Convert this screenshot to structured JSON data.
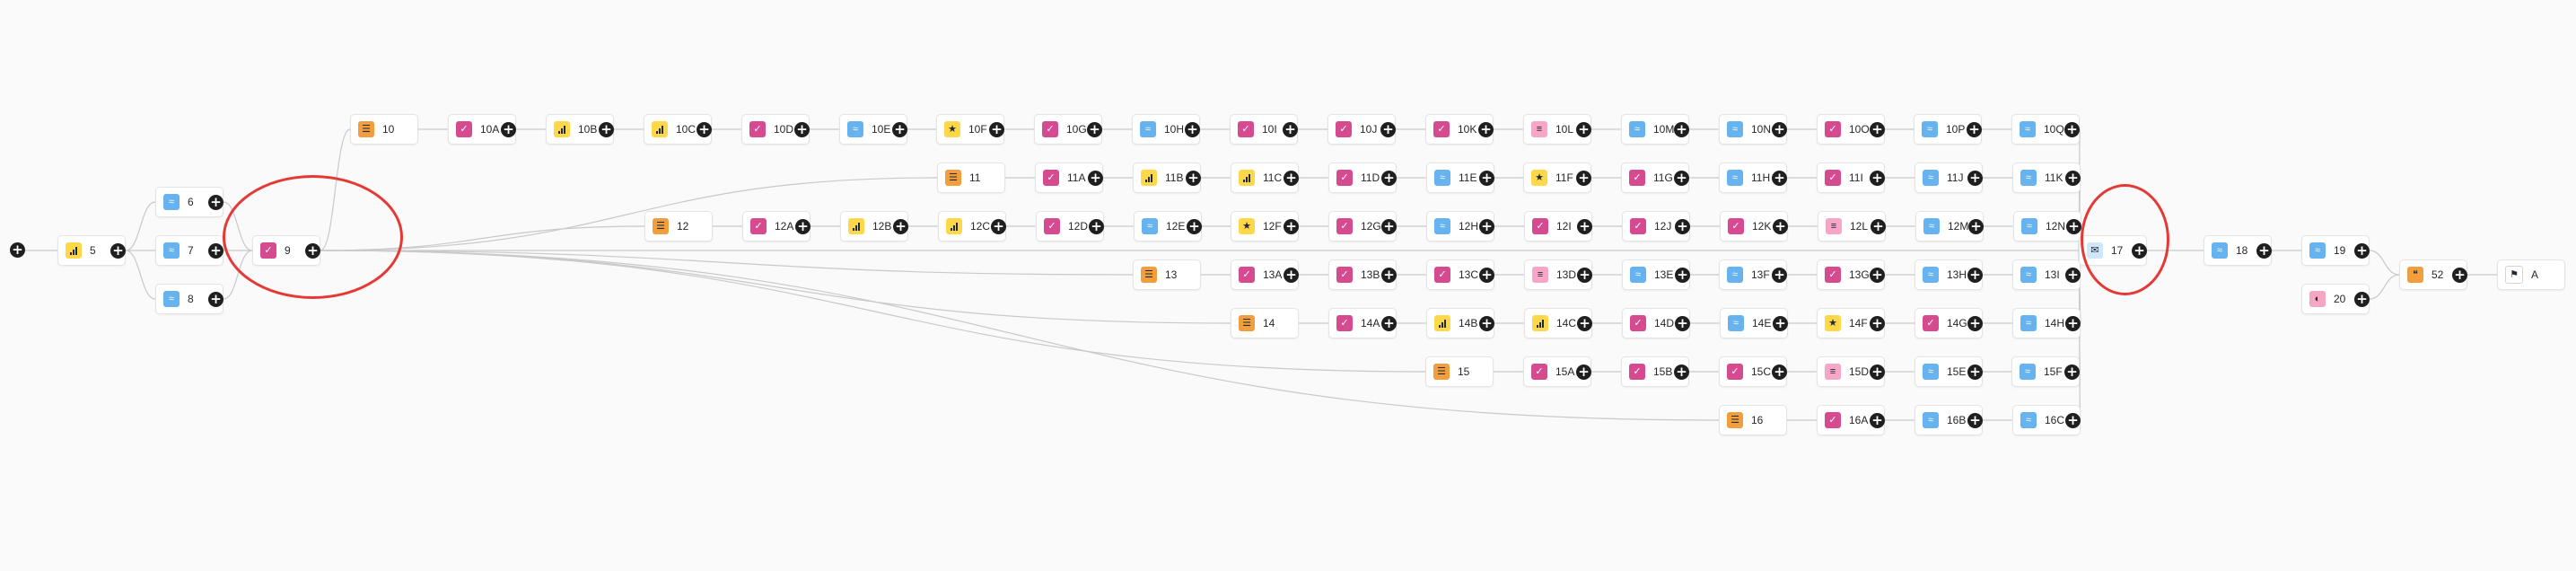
{
  "workflow": {
    "start_control": {
      "label": "+",
      "icon": "add-icon"
    },
    "add_label": "+",
    "icon_styles": {
      "bars-icon": {
        "bg": "#ffd84a",
        "glyph": "bars"
      },
      "check-icon": {
        "bg": "#d64b8f",
        "glyph": "✓"
      },
      "wave-icon": {
        "bg": "#66b3f0",
        "glyph": "≈"
      },
      "list-icon": {
        "bg": "#f29e3d",
        "glyph": "☰"
      },
      "star-icon": {
        "bg": "#ffd84a",
        "glyph": "★"
      },
      "doc-icon": {
        "bg": "#f7a6c8",
        "glyph": "≡"
      },
      "mail-icon": {
        "bg": "#cfe6fb",
        "glyph": "✉"
      },
      "contrast-icon": {
        "bg": "#f4a6c3",
        "glyph": "◐"
      },
      "quote-icon": {
        "bg": "#f29e3d",
        "glyph": "❝"
      },
      "flag-icon": {
        "bg": "#ffffff",
        "glyph": "⚑"
      }
    },
    "rows": [
      {
        "id": "r10",
        "nodes": [
          {
            "label": "10",
            "icon": "list-icon"
          },
          {
            "label": "10A",
            "icon": "check-icon"
          },
          {
            "label": "10B",
            "icon": "bars-icon"
          },
          {
            "label": "10C",
            "icon": "bars-icon"
          },
          {
            "label": "10D",
            "icon": "check-icon"
          },
          {
            "label": "10E",
            "icon": "wave-icon"
          },
          {
            "label": "10F",
            "icon": "star-icon"
          },
          {
            "label": "10G",
            "icon": "check-icon"
          },
          {
            "label": "10H",
            "icon": "wave-icon"
          },
          {
            "label": "10I",
            "icon": "check-icon"
          },
          {
            "label": "10J",
            "icon": "check-icon"
          },
          {
            "label": "10K",
            "icon": "check-icon"
          },
          {
            "label": "10L",
            "icon": "doc-icon"
          },
          {
            "label": "10M",
            "icon": "wave-icon"
          },
          {
            "label": "10N",
            "icon": "wave-icon"
          },
          {
            "label": "10O",
            "icon": "check-icon"
          },
          {
            "label": "10P",
            "icon": "wave-icon"
          },
          {
            "label": "10Q",
            "icon": "wave-icon"
          }
        ]
      },
      {
        "id": "r11",
        "nodes": [
          {
            "label": "11",
            "icon": "list-icon"
          },
          {
            "label": "11A",
            "icon": "check-icon"
          },
          {
            "label": "11B",
            "icon": "bars-icon"
          },
          {
            "label": "11C",
            "icon": "bars-icon"
          },
          {
            "label": "11D",
            "icon": "check-icon"
          },
          {
            "label": "11E",
            "icon": "wave-icon"
          },
          {
            "label": "11F",
            "icon": "star-icon"
          },
          {
            "label": "11G",
            "icon": "check-icon"
          },
          {
            "label": "11H",
            "icon": "wave-icon"
          },
          {
            "label": "11I",
            "icon": "check-icon"
          },
          {
            "label": "11J",
            "icon": "wave-icon"
          },
          {
            "label": "11K",
            "icon": "wave-icon"
          }
        ]
      },
      {
        "id": "r12",
        "nodes": [
          {
            "label": "12",
            "icon": "list-icon"
          },
          {
            "label": "12A",
            "icon": "check-icon"
          },
          {
            "label": "12B",
            "icon": "bars-icon"
          },
          {
            "label": "12C",
            "icon": "bars-icon"
          },
          {
            "label": "12D",
            "icon": "check-icon"
          },
          {
            "label": "12E",
            "icon": "wave-icon"
          },
          {
            "label": "12F",
            "icon": "star-icon"
          },
          {
            "label": "12G",
            "icon": "check-icon"
          },
          {
            "label": "12H",
            "icon": "wave-icon"
          },
          {
            "label": "12I",
            "icon": "check-icon"
          },
          {
            "label": "12J",
            "icon": "check-icon"
          },
          {
            "label": "12K",
            "icon": "check-icon"
          },
          {
            "label": "12L",
            "icon": "doc-icon"
          },
          {
            "label": "12M",
            "icon": "wave-icon"
          },
          {
            "label": "12N",
            "icon": "wave-icon"
          }
        ]
      },
      {
        "id": "r13",
        "nodes": [
          {
            "label": "13",
            "icon": "list-icon"
          },
          {
            "label": "13A",
            "icon": "check-icon"
          },
          {
            "label": "13B",
            "icon": "check-icon"
          },
          {
            "label": "13C",
            "icon": "check-icon"
          },
          {
            "label": "13D",
            "icon": "doc-icon"
          },
          {
            "label": "13E",
            "icon": "wave-icon"
          },
          {
            "label": "13F",
            "icon": "wave-icon"
          },
          {
            "label": "13G",
            "icon": "check-icon"
          },
          {
            "label": "13H",
            "icon": "wave-icon"
          },
          {
            "label": "13I",
            "icon": "wave-icon"
          }
        ]
      },
      {
        "id": "r14",
        "nodes": [
          {
            "label": "14",
            "icon": "list-icon"
          },
          {
            "label": "14A",
            "icon": "check-icon"
          },
          {
            "label": "14B",
            "icon": "bars-icon"
          },
          {
            "label": "14C",
            "icon": "bars-icon"
          },
          {
            "label": "14D",
            "icon": "check-icon"
          },
          {
            "label": "14E",
            "icon": "wave-icon"
          },
          {
            "label": "14F",
            "icon": "star-icon"
          },
          {
            "label": "14G",
            "icon": "check-icon"
          },
          {
            "label": "14H",
            "icon": "wave-icon"
          }
        ]
      },
      {
        "id": "r15",
        "nodes": [
          {
            "label": "15",
            "icon": "list-icon"
          },
          {
            "label": "15A",
            "icon": "check-icon"
          },
          {
            "label": "15B",
            "icon": "check-icon"
          },
          {
            "label": "15C",
            "icon": "check-icon"
          },
          {
            "label": "15D",
            "icon": "doc-icon"
          },
          {
            "label": "15E",
            "icon": "wave-icon"
          },
          {
            "label": "15F",
            "icon": "wave-icon"
          }
        ]
      },
      {
        "id": "r16",
        "nodes": [
          {
            "label": "16",
            "icon": "list-icon"
          },
          {
            "label": "16A",
            "icon": "check-icon"
          },
          {
            "label": "16B",
            "icon": "wave-icon"
          },
          {
            "label": "16C",
            "icon": "wave-icon"
          }
        ]
      }
    ],
    "left_nodes": [
      {
        "key": "n5",
        "label": "5",
        "icon": "bars-icon"
      },
      {
        "key": "n6",
        "label": "6",
        "icon": "wave-icon"
      },
      {
        "key": "n7",
        "label": "7",
        "icon": "wave-icon"
      },
      {
        "key": "n8",
        "label": "8",
        "icon": "wave-icon"
      },
      {
        "key": "n9",
        "label": "9",
        "icon": "check-icon"
      }
    ],
    "right_nodes": [
      {
        "key": "n17",
        "label": "17",
        "icon": "mail-icon"
      },
      {
        "key": "n18",
        "label": "18",
        "icon": "wave-icon"
      },
      {
        "key": "n19",
        "label": "19",
        "icon": "wave-icon"
      },
      {
        "key": "n20",
        "label": "20",
        "icon": "contrast-icon"
      },
      {
        "key": "n52",
        "label": "52",
        "icon": "quote-icon"
      },
      {
        "key": "nA",
        "label": "A",
        "icon": "flag-icon"
      }
    ],
    "highlight_color": "#e53935",
    "highlighted": [
      "9",
      "17"
    ]
  }
}
